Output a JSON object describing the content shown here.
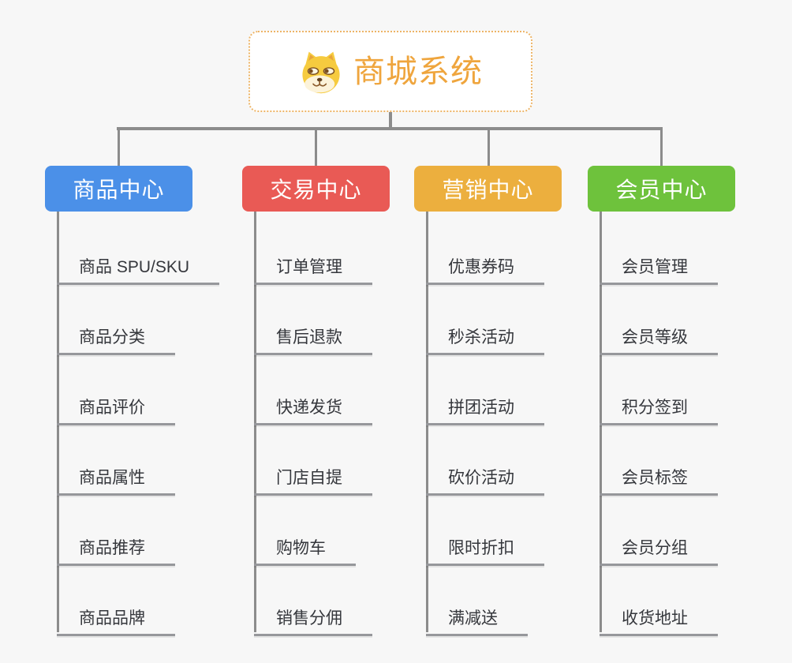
{
  "page": {
    "background_color": "#f7f7f7",
    "connector_color": "#8c8c8c",
    "underline_color": "#96979b",
    "leaf_text_color": "#35373c"
  },
  "root": {
    "title": "商城系统",
    "icon": "shiba-dog-icon",
    "text_color": "#efa53d",
    "border_color": "#edb466",
    "background": "#ffffff"
  },
  "branches": [
    {
      "label": "商品中心",
      "color": "#4b90e8",
      "items": [
        "商品 SPU/SKU",
        "商品分类",
        "商品评价",
        "商品属性",
        "商品推荐",
        "商品品牌"
      ]
    },
    {
      "label": "交易中心",
      "color": "#e95a55",
      "items": [
        "订单管理",
        "售后退款",
        "快递发货",
        "门店自提",
        "购物车",
        "销售分佣"
      ]
    },
    {
      "label": "营销中心",
      "color": "#ecaf3e",
      "items": [
        "优惠券码",
        "秒杀活动",
        "拼团活动",
        "砍价活动",
        "限时折扣",
        "满减送"
      ]
    },
    {
      "label": "会员中心",
      "color": "#6ec23c",
      "items": [
        "会员管理",
        "会员等级",
        "积分签到",
        "会员标签",
        "会员分组",
        "收货地址"
      ]
    }
  ]
}
